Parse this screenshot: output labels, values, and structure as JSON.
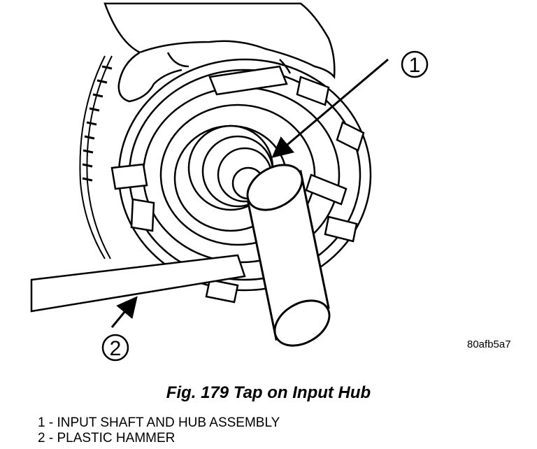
{
  "figure": {
    "image_id": "80afb5a7",
    "caption": "Fig. 179 Tap on Input Hub",
    "callouts": [
      "1",
      "2"
    ],
    "legend": [
      "1 - INPUT SHAFT AND HUB ASSEMBLY",
      "2 - PLASTIC HAMMER"
    ]
  }
}
